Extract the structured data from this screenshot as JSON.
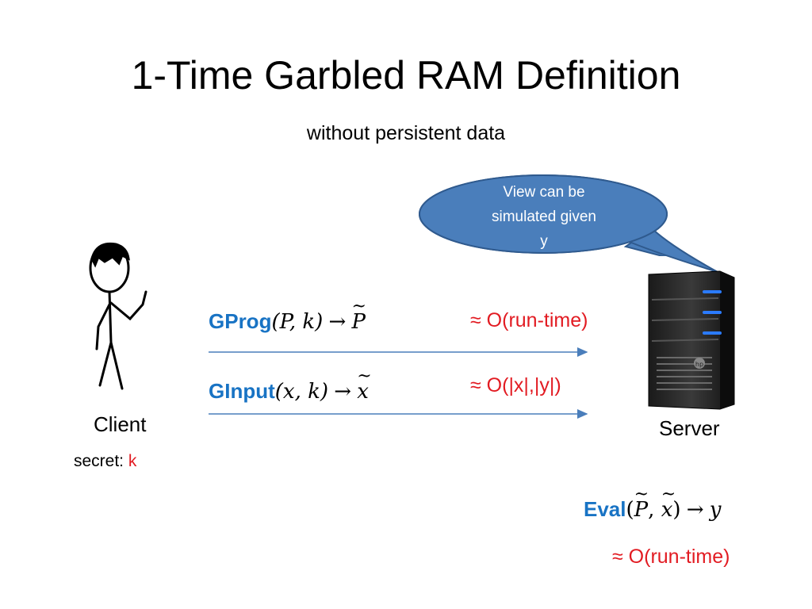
{
  "slide": {
    "title": "1-Time Garbled RAM Definition",
    "subtitle": "without persistent data"
  },
  "callout": {
    "line1": "View can be",
    "line2": "simulated given",
    "line3": "y"
  },
  "client": {
    "label": "Client",
    "secret_label": "secret: ",
    "secret_value": "k"
  },
  "server": {
    "label": "Server",
    "logo": "hp"
  },
  "gprog": {
    "name": "GProg",
    "args": "(P, k)",
    "arrow": "→",
    "output": "P",
    "cost": "≈ O(run-time)"
  },
  "ginput": {
    "name": "GInput",
    "args": "(x, k)",
    "arrow": "→",
    "output": "x",
    "cost": "≈ O(|x|,|y|)"
  },
  "eval": {
    "name": "Eval",
    "open": "(",
    "arg1": "P",
    "sep": ", ",
    "arg2": "x",
    "close": ")",
    "arrow": "→",
    "output": "y",
    "cost": "≈ O(run-time)"
  },
  "colors": {
    "function_name": "#1873c4",
    "cost": "#e21b22",
    "secret": "#e21b22",
    "bubble_fill": "#4a7ebb",
    "bubble_stroke": "#2f5a8e",
    "arrow": "#4a7ebb"
  },
  "icons": {
    "client": "stick-figure-icon",
    "server": "server-tower-icon",
    "tilde": "tilde-accent"
  }
}
